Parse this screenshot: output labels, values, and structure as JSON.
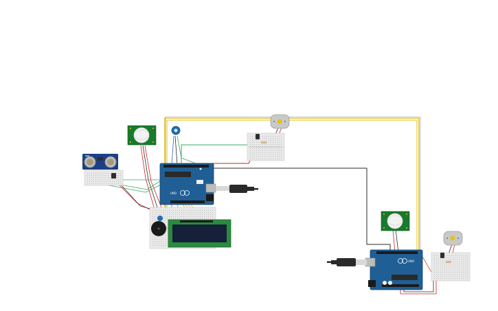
{
  "canvas": {
    "background": "#ffffff",
    "tool": "circuit-schematic-editor"
  },
  "components": {
    "arduino_main": {
      "logo_text": "UNO",
      "color": "#1f5f96"
    },
    "arduino_second": {
      "logo_text": "UNO",
      "color": "#1f5f96"
    },
    "lcd": {
      "text": "",
      "color": "#2b8a3e",
      "screen_color": "#15203a"
    },
    "buzzer": {
      "color": "#1a1a1a"
    },
    "potentiometer": {
      "color": "#1f6fb0"
    },
    "pir_main": {
      "color": "#177a2c"
    },
    "pir_second": {
      "color": "#177a2c"
    },
    "ultrasonic": {
      "color": "#1c3f86"
    },
    "motor_main": {
      "color": "#c9c9c9"
    },
    "motor_second": {
      "color": "#c9c9c9"
    },
    "usb_main": {
      "color": "#2a2a2a"
    },
    "usb_second": {
      "color": "#2a2a2a"
    }
  },
  "wire_colors": {
    "power": "#d01f1f",
    "ground": "#2a2a2a",
    "signal_yellow": "#e3c21b",
    "signal_green": "#3aa85c",
    "signal_blue": "#3060c0",
    "signal_white": "#cfcfcf"
  }
}
